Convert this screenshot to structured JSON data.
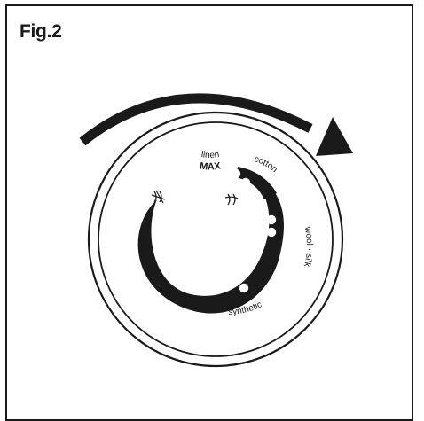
{
  "figure": {
    "label": "Fig.2"
  },
  "dial": {
    "labels": {
      "max": "MAX",
      "linen": "linen",
      "cotton": "cotton",
      "wool_silk": "wool · silk",
      "synthetic": "synthetic"
    },
    "icons": {
      "left": "steam-off-icon",
      "right": "steam-icon"
    },
    "rotation_arrow": "clockwise-arrow",
    "colors": {
      "ink": "#1a1a1a",
      "background": "#ffffff"
    }
  }
}
